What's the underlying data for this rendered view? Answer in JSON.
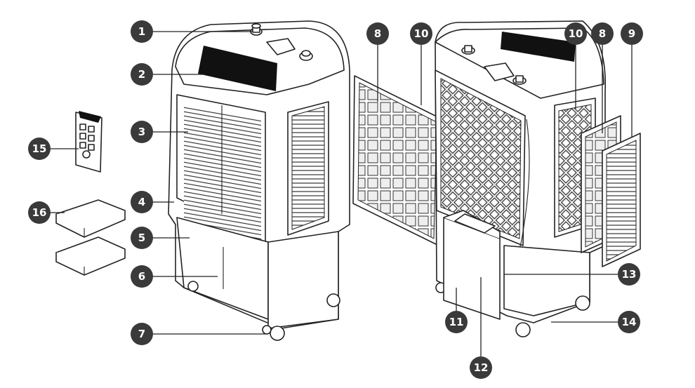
{
  "callouts": [
    {
      "id": "c1",
      "label": "1"
    },
    {
      "id": "c2",
      "label": "2"
    },
    {
      "id": "c3",
      "label": "3"
    },
    {
      "id": "c4",
      "label": "4"
    },
    {
      "id": "c5",
      "label": "5"
    },
    {
      "id": "c6",
      "label": "6"
    },
    {
      "id": "c7",
      "label": "7"
    },
    {
      "id": "c8a",
      "label": "8"
    },
    {
      "id": "c10a",
      "label": "10"
    },
    {
      "id": "c10b",
      "label": "10"
    },
    {
      "id": "c8b",
      "label": "8"
    },
    {
      "id": "c9",
      "label": "9"
    },
    {
      "id": "c11",
      "label": "11"
    },
    {
      "id": "c12",
      "label": "12"
    },
    {
      "id": "c13",
      "label": "13"
    },
    {
      "id": "c14",
      "label": "14"
    },
    {
      "id": "c15",
      "label": "15"
    },
    {
      "id": "c16",
      "label": "16"
    }
  ],
  "colors": {
    "badge": "#3a3a3a",
    "line": "#222222",
    "panel": "#111111"
  }
}
